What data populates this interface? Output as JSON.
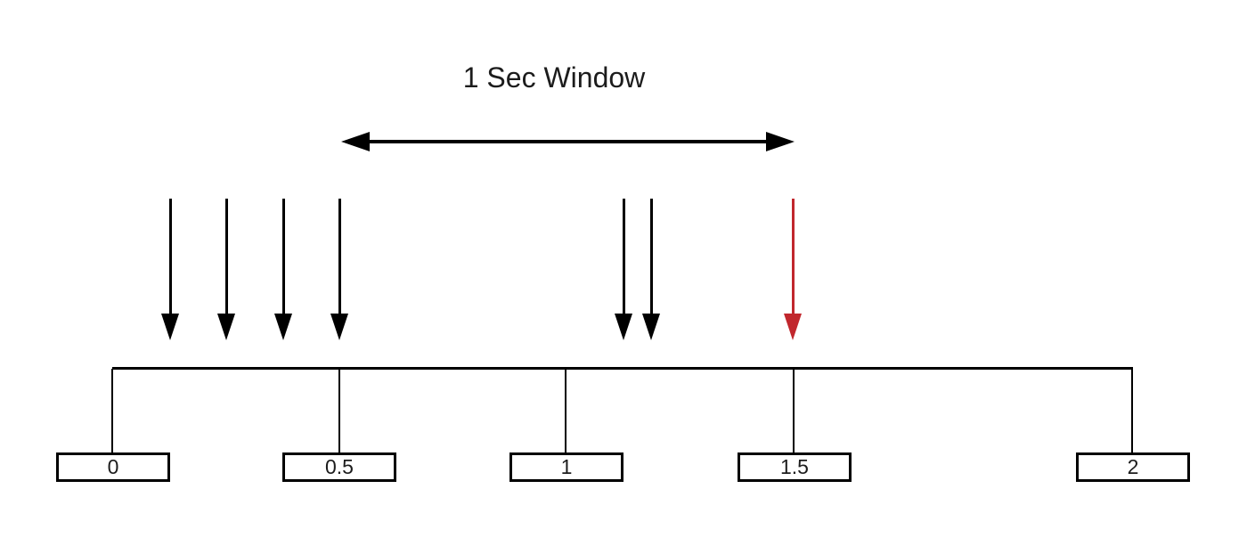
{
  "window": {
    "label": "1 Sec Window",
    "spans_from_tick": "0.5",
    "spans_to_tick": "1.5"
  },
  "timeline": {
    "axis_unit": "seconds",
    "ticks": [
      {
        "label": "0"
      },
      {
        "label": "0.5"
      },
      {
        "label": "1"
      },
      {
        "label": "1.5"
      },
      {
        "label": "2"
      }
    ]
  },
  "events": {
    "black_arrows": {
      "count": 6,
      "color": "#000000",
      "approx_times_sec": [
        0.13,
        0.25,
        0.38,
        0.5,
        1.13,
        1.19
      ]
    },
    "red_arrow": {
      "count": 1,
      "color": "#C1272D",
      "approx_time_sec": 1.5
    }
  },
  "colors": {
    "background": "#FFFFFF",
    "line_black": "#000000",
    "event_highlight_red": "#C1272D",
    "text": "#1C1C1C"
  }
}
